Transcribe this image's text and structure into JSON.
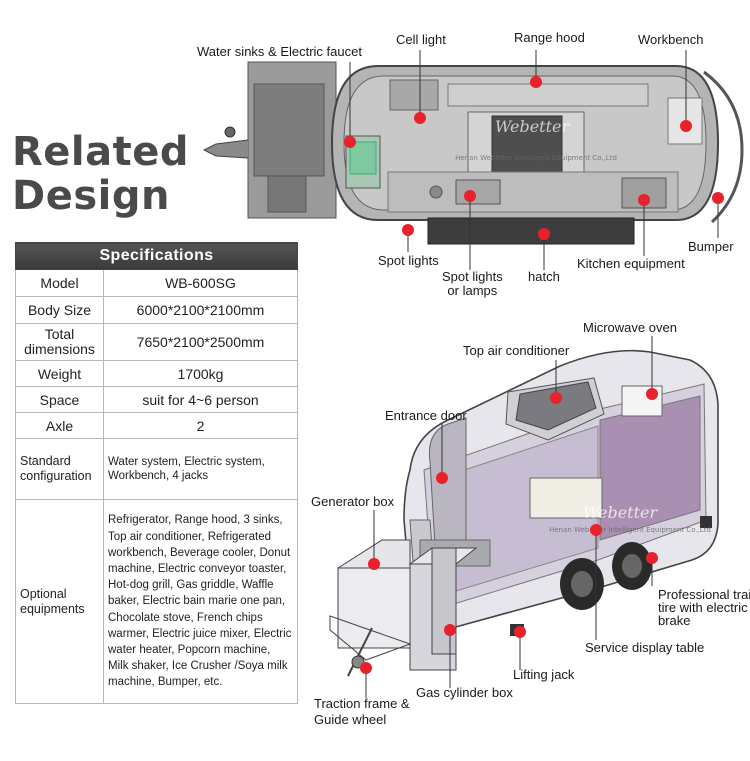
{
  "heading": {
    "line1": "Related",
    "line2": "Design"
  },
  "specifications": {
    "title": "Specifications",
    "rows": [
      {
        "label": "Model",
        "value": "WB-600SG"
      },
      {
        "label": "Body Size",
        "value": "6000*2100*2100mm"
      },
      {
        "label": "Total dimensions",
        "value": "7650*2100*2500mm"
      },
      {
        "label": "Weight",
        "value": "1700kg"
      },
      {
        "label": "Space",
        "value": "suit for 4~6 person"
      },
      {
        "label": "Axle",
        "value": "2"
      },
      {
        "label": "Standard configuration",
        "value": "Water system, Electric system, Workbench, 4 jacks"
      },
      {
        "label": "Optional equipments",
        "value": "Refrigerator, Range hood, 3 sinks, Top air conditioner, Refrigerated workbench, Beverage cooler, Donut machine, Electric conveyor toaster, Hot-dog grill, Gas griddle, Waffle baker, Electric bain marie one pan, Chocolate stove, French chips warmer, Electric juice mixer, Electric water heater, Popcorn machine, Milk shaker, Ice Crusher /Soya milk machine, Bumper, etc."
      }
    ]
  },
  "top_view": {
    "watermark": "Webetter",
    "watermark_sub": "Henan Webetter Intelligent Equipment Co.,Ltd",
    "labels": {
      "water_sinks": "Water sinks & Electric faucet",
      "cell_light": "Cell light",
      "range_hood": "Range hood",
      "workbench": "Workbench",
      "bumper": "Bumper",
      "spot_lights": "Spot lights",
      "spot_lights_lamps_1": "Spot lights",
      "spot_lights_lamps_2": "or lamps",
      "hatch": "hatch",
      "kitchen_equipment": "Kitchen equipment"
    }
  },
  "perspective_view": {
    "watermark": "Webetter",
    "watermark_sub": "Henan Webetter Intelligent Equipment Co.,Ltd",
    "labels": {
      "microwave_oven": "Microwave oven",
      "top_air_conditioner": "Top air conditioner",
      "entrance_door": "Entrance door",
      "generator_box": "Generator box",
      "trailer_tire_1": "Professional trailer",
      "trailer_tire_2": "tire  with electric",
      "trailer_tire_3": "brake",
      "service_display_table": "Service display table",
      "lifting_jack": "Lifting jack",
      "gas_cylinder_box": "Gas cylinder box",
      "traction_frame_1": "Traction frame &",
      "traction_frame_2": "Guide wheel"
    }
  },
  "colors": {
    "marker": "#e8222b",
    "table_header": "#4a4a4a",
    "heading": "#4a4a4a"
  }
}
